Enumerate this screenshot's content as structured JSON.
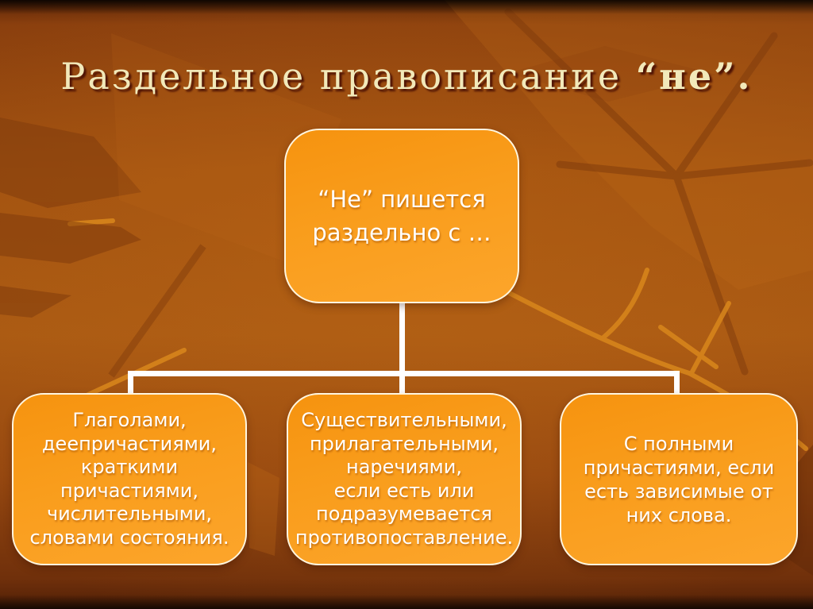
{
  "slide_title": {
    "regular": "Раздельное правописание ",
    "emphasis": "“не”."
  },
  "diagram": {
    "root": {
      "text": "“Не” пишется\nраздельно с …"
    },
    "children": [
      {
        "text": "Глаголами,\nдеепричастиями,\nкраткими\nпричастиями,\nчислительными,\nсловами состояния."
      },
      {
        "text": "Существительными,\nприлагательными,\nнаречиями,\nесли есть или\nподразумевается\nпротивопоставление."
      },
      {
        "text": "С полными\nпричастиями, если\nесть зависимые от\nних слова."
      }
    ]
  },
  "colors": {
    "background_orange": "#a85712",
    "box_fill": "#f99d1c",
    "box_border": "#fff6e0",
    "box_text": "#ffffff",
    "title_text": "#f2e9ba",
    "title_shadow": "#4a1004",
    "connector": "#ffffff"
  }
}
